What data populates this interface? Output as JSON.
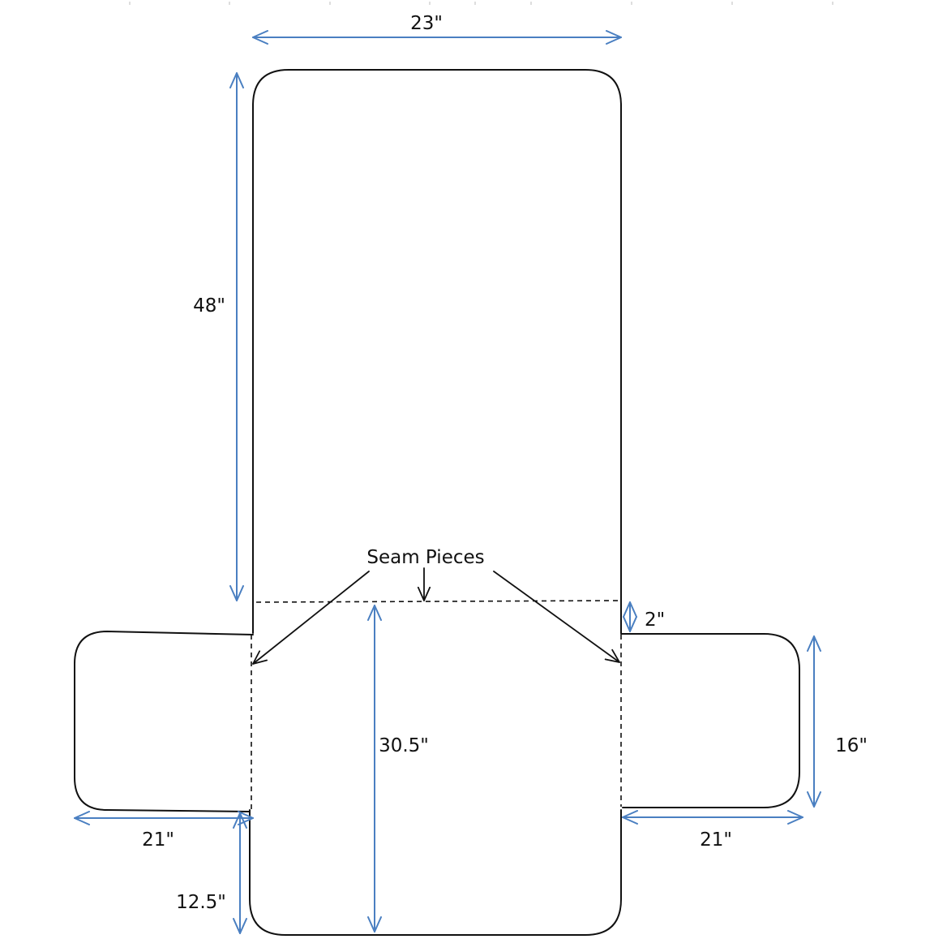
{
  "diagram": {
    "colors": {
      "outline": "#111111",
      "dimension": "#4a7fc1",
      "background": "#ffffff"
    },
    "dimensions": {
      "top_width": "23\"",
      "back_height": "48\"",
      "seam_gap": "2\"",
      "seat_length": "30.5\"",
      "arm_height": "16\"",
      "left_arm_width": "21\"",
      "right_arm_width": "21\"",
      "lower_length": "12.5\""
    },
    "callout": {
      "label": "Seam Pieces"
    }
  }
}
